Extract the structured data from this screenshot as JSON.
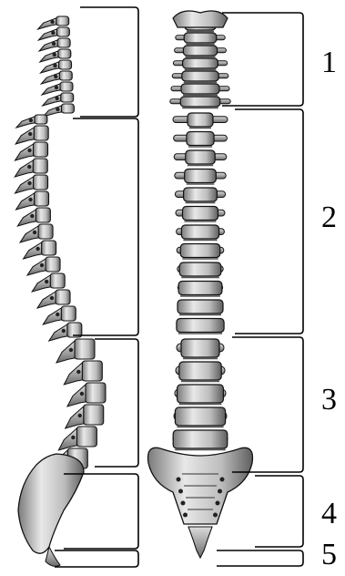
{
  "figure": {
    "region_numbers": [
      "1",
      "2",
      "3",
      "4",
      "5"
    ],
    "colors": {
      "background": "#ffffff",
      "bone_light": "#e6e6e6",
      "bone_mid": "#a8a8a8",
      "bone_dark": "#555555",
      "outline": "#111111"
    }
  }
}
